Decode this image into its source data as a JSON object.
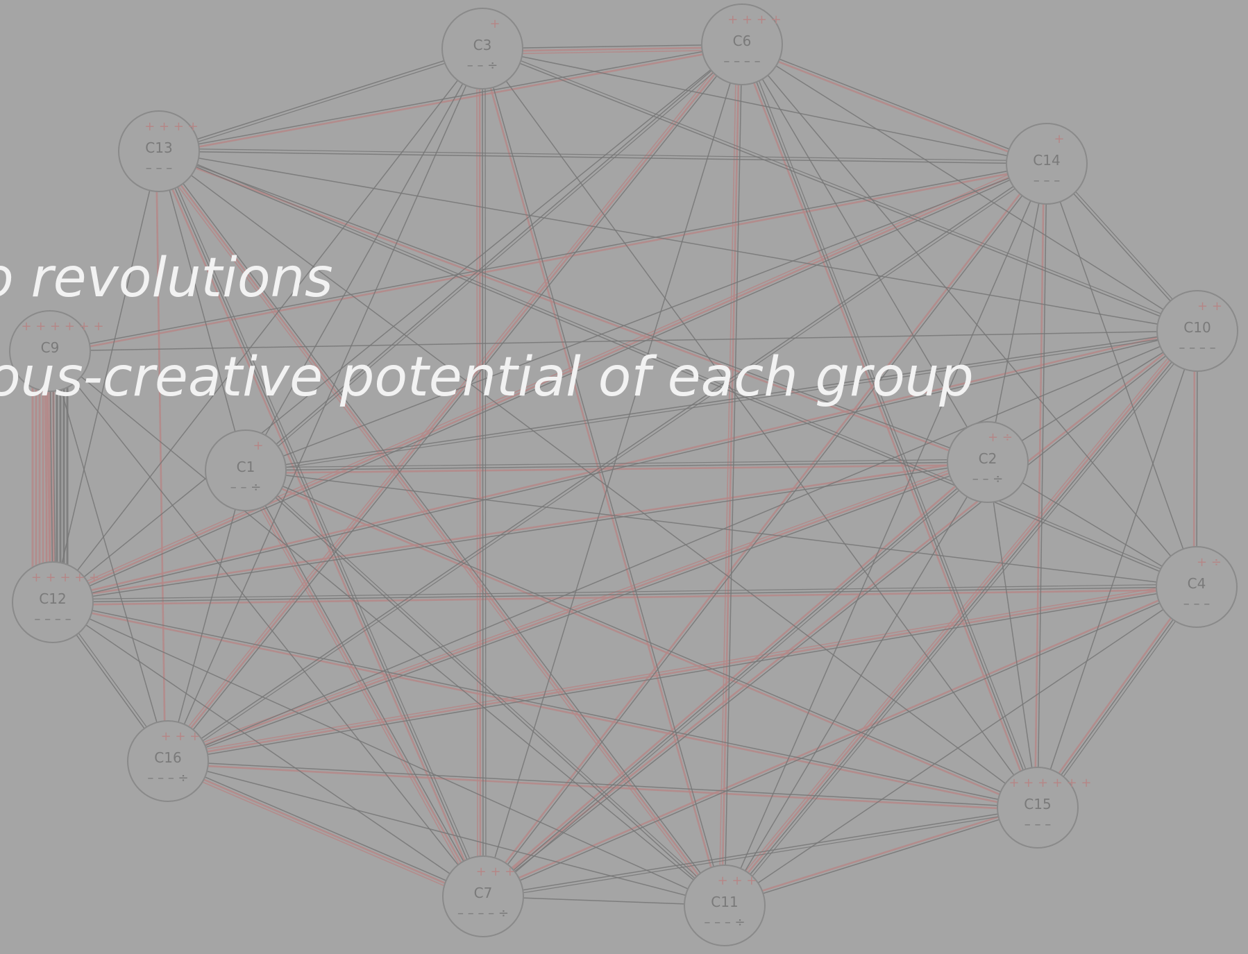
{
  "colors": {
    "background": "#a5a5a5",
    "dark_edge": "#767676",
    "red_edge": "#b58787",
    "node_stroke": "#8a8a8a",
    "node_label": "#7a7a7a",
    "overlay_text": "#f2f2f2"
  },
  "nodes": [
    {
      "id": "C3",
      "label": "C3",
      "plus": "+",
      "minus": "– – ÷"
    },
    {
      "id": "C6",
      "label": "C6",
      "plus": "+ + + +",
      "minus": "– – – –"
    },
    {
      "id": "C13",
      "label": "C13",
      "plus": "+ + + +",
      "minus": "– – –"
    },
    {
      "id": "C14",
      "label": "C14",
      "plus": "+",
      "minus": "– – –"
    },
    {
      "id": "C9",
      "label": "C9",
      "plus": "+ + + + + +",
      "minus": ""
    },
    {
      "id": "C10",
      "label": "C10",
      "plus": "+ +",
      "minus": "– – – –"
    },
    {
      "id": "C1",
      "label": "C1",
      "plus": "+",
      "minus": "– – ÷"
    },
    {
      "id": "C2",
      "label": "C2",
      "plus": "+ ÷",
      "minus": "– – ÷"
    },
    {
      "id": "C12",
      "label": "C12",
      "plus": "+ + + + +",
      "minus": "– – – –"
    },
    {
      "id": "C4",
      "label": "C4",
      "plus": "+ ÷",
      "minus": "– – –"
    },
    {
      "id": "C16",
      "label": "C16",
      "plus": "+ + +",
      "minus": "– – – ÷"
    },
    {
      "id": "C15",
      "label": "C15",
      "plus": "+ + + + + +",
      "minus": "– – –"
    },
    {
      "id": "C7",
      "label": "C7",
      "plus": "+ + +",
      "minus": "– – – – ÷"
    },
    {
      "id": "C11",
      "label": "C11",
      "plus": "+ + +",
      "minus": "– – – ÷"
    }
  ],
  "edges": [
    [
      "C3",
      "C6"
    ],
    [
      "C3",
      "C13"
    ],
    [
      "C3",
      "C14"
    ],
    [
      "C3",
      "C1"
    ],
    [
      "C3",
      "C12"
    ],
    [
      "C3",
      "C7"
    ],
    [
      "C3",
      "C11"
    ],
    [
      "C3",
      "C15"
    ],
    [
      "C3",
      "C16"
    ],
    [
      "C3",
      "C10"
    ],
    [
      "C6",
      "C13"
    ],
    [
      "C6",
      "C14"
    ],
    [
      "C6",
      "C10"
    ],
    [
      "C6",
      "C1"
    ],
    [
      "C6",
      "C12"
    ],
    [
      "C6",
      "C7"
    ],
    [
      "C6",
      "C11"
    ],
    [
      "C6",
      "C15"
    ],
    [
      "C6",
      "C16"
    ],
    [
      "C6",
      "C4"
    ],
    [
      "C6",
      "C2"
    ],
    [
      "C13",
      "C14"
    ],
    [
      "C13",
      "C10"
    ],
    [
      "C13",
      "C1"
    ],
    [
      "C13",
      "C12"
    ],
    [
      "C13",
      "C7"
    ],
    [
      "C13",
      "C11"
    ],
    [
      "C13",
      "C2"
    ],
    [
      "C13",
      "C15"
    ],
    [
      "C13",
      "C4"
    ],
    [
      "C14",
      "C9"
    ],
    [
      "C14",
      "C1"
    ],
    [
      "C14",
      "C12"
    ],
    [
      "C14",
      "C16"
    ],
    [
      "C14",
      "C7"
    ],
    [
      "C14",
      "C11"
    ],
    [
      "C14",
      "C15"
    ],
    [
      "C14",
      "C10"
    ],
    [
      "C14",
      "C4"
    ],
    [
      "C14",
      "C2"
    ],
    [
      "C9",
      "C10"
    ],
    [
      "C9",
      "C12"
    ],
    [
      "C9",
      "C7"
    ],
    [
      "C9",
      "C16"
    ],
    [
      "C9",
      "C11"
    ],
    [
      "C10",
      "C1"
    ],
    [
      "C10",
      "C12"
    ],
    [
      "C10",
      "C16"
    ],
    [
      "C10",
      "C7"
    ],
    [
      "C10",
      "C11"
    ],
    [
      "C10",
      "C15"
    ],
    [
      "C10",
      "C4"
    ],
    [
      "C10",
      "C2"
    ],
    [
      "C1",
      "C2"
    ],
    [
      "C1",
      "C4"
    ],
    [
      "C1",
      "C16"
    ],
    [
      "C1",
      "C7"
    ],
    [
      "C1",
      "C11"
    ],
    [
      "C1",
      "C15"
    ],
    [
      "C2",
      "C12"
    ],
    [
      "C2",
      "C16"
    ],
    [
      "C2",
      "C7"
    ],
    [
      "C2",
      "C11"
    ],
    [
      "C2",
      "C15"
    ],
    [
      "C2",
      "C4"
    ],
    [
      "C12",
      "C4"
    ],
    [
      "C12",
      "C15"
    ],
    [
      "C12",
      "C7"
    ],
    [
      "C12",
      "C11"
    ],
    [
      "C12",
      "C16"
    ],
    [
      "C4",
      "C16"
    ],
    [
      "C4",
      "C7"
    ],
    [
      "C4",
      "C11"
    ],
    [
      "C4",
      "C15"
    ],
    [
      "C16",
      "C15"
    ],
    [
      "C16",
      "C7"
    ],
    [
      "C16",
      "C11"
    ],
    [
      "C15",
      "C7"
    ],
    [
      "C15",
      "C11"
    ],
    [
      "C7",
      "C11"
    ]
  ],
  "red_edges": [
    [
      "C3",
      "C6"
    ],
    [
      "C6",
      "C14"
    ],
    [
      "C13",
      "C6"
    ],
    [
      "C13",
      "C11"
    ],
    [
      "C13",
      "C7"
    ],
    [
      "C13",
      "C16"
    ],
    [
      "C9",
      "C12"
    ],
    [
      "C9",
      "C14"
    ],
    [
      "C14",
      "C15"
    ],
    [
      "C14",
      "C12"
    ],
    [
      "C14",
      "C7"
    ],
    [
      "C6",
      "C15"
    ],
    [
      "C6",
      "C11"
    ],
    [
      "C10",
      "C4"
    ],
    [
      "C10",
      "C12"
    ],
    [
      "C10",
      "C11"
    ],
    [
      "C1",
      "C2"
    ],
    [
      "C1",
      "C15"
    ],
    [
      "C1",
      "C7"
    ],
    [
      "C2",
      "C7"
    ],
    [
      "C2",
      "C12"
    ],
    [
      "C2",
      "C16"
    ],
    [
      "C12",
      "C4"
    ],
    [
      "C12",
      "C15"
    ],
    [
      "C4",
      "C16"
    ],
    [
      "C4",
      "C7"
    ],
    [
      "C16",
      "C15"
    ],
    [
      "C16",
      "C7"
    ],
    [
      "C15",
      "C11"
    ],
    [
      "C3",
      "C11"
    ],
    [
      "C3",
      "C7"
    ],
    [
      "C4",
      "C15"
    ],
    [
      "C13",
      "C2"
    ],
    [
      "C6",
      "C16"
    ],
    [
      "C10",
      "C7"
    ]
  ],
  "overlay": {
    "line1": "o revolutions",
    "line2": "ous-creative potential of each group"
  }
}
